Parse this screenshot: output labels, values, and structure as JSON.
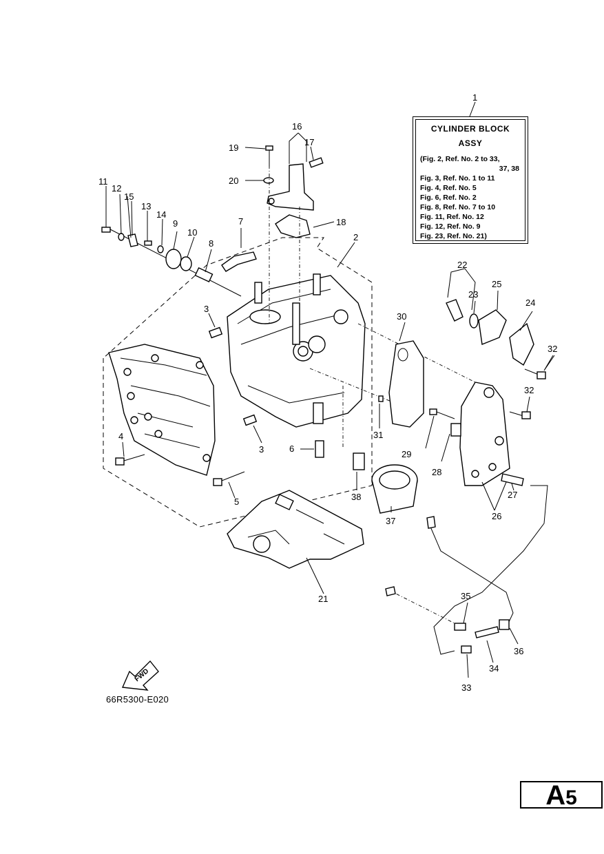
{
  "info_box": {
    "title": "CYLINDER BLOCK",
    "subtitle": "ASSY",
    "refs": [
      "(Fig. 2, Ref. No. 2 to 33,",
      "37, 38",
      "Fig. 3, Ref. No. 1 to 11",
      "Fig. 4, Ref. No. 5",
      "Fig. 6, Ref. No. 2",
      "Fig. 8, Ref. No. 7 to 10",
      "Fig. 11, Ref. No. 12",
      "Fig. 12, Ref. No. 9",
      "Fig. 23, Ref. No. 21)"
    ]
  },
  "callouts": [
    "1",
    "2",
    "3",
    "3",
    "4",
    "5",
    "6",
    "7",
    "8",
    "9",
    "10",
    "11",
    "12",
    "13",
    "14",
    "15",
    "16",
    "17",
    "18",
    "19",
    "20",
    "21",
    "22",
    "23",
    "24",
    "25",
    "26",
    "27",
    "28",
    "29",
    "30",
    "31",
    "32",
    "32",
    "33",
    "34",
    "35",
    "36",
    "37",
    "38"
  ],
  "fwd_label": "FWD",
  "drawing_code": "66R5300-E020",
  "page_tag": {
    "letter": "A",
    "number": "5"
  }
}
